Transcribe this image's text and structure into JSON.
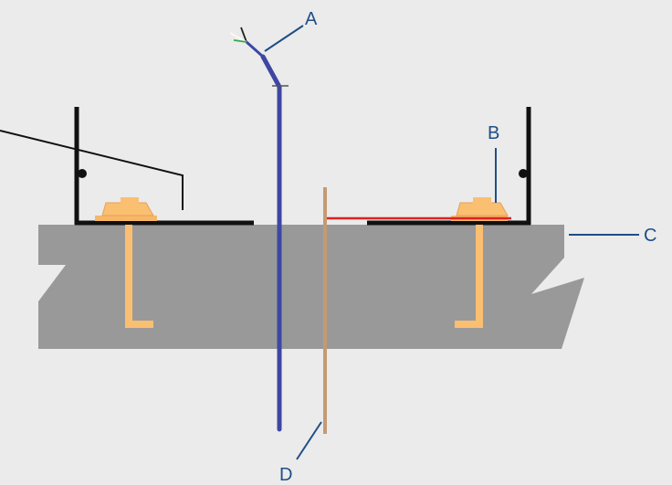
{
  "diagram": {
    "colors": {
      "background": "#ebebeb",
      "slab": "#999999",
      "frame": "#111111",
      "bolt": "#fbbf72",
      "bolt_nut": "#f7b766",
      "conduit": "#3d47a3",
      "ground_rod": "#c49a74",
      "bond_wire": "#e02020",
      "callout": "#1f4e86"
    },
    "labels": {
      "a": "A",
      "b": "B",
      "c": "C",
      "d": "D"
    }
  }
}
